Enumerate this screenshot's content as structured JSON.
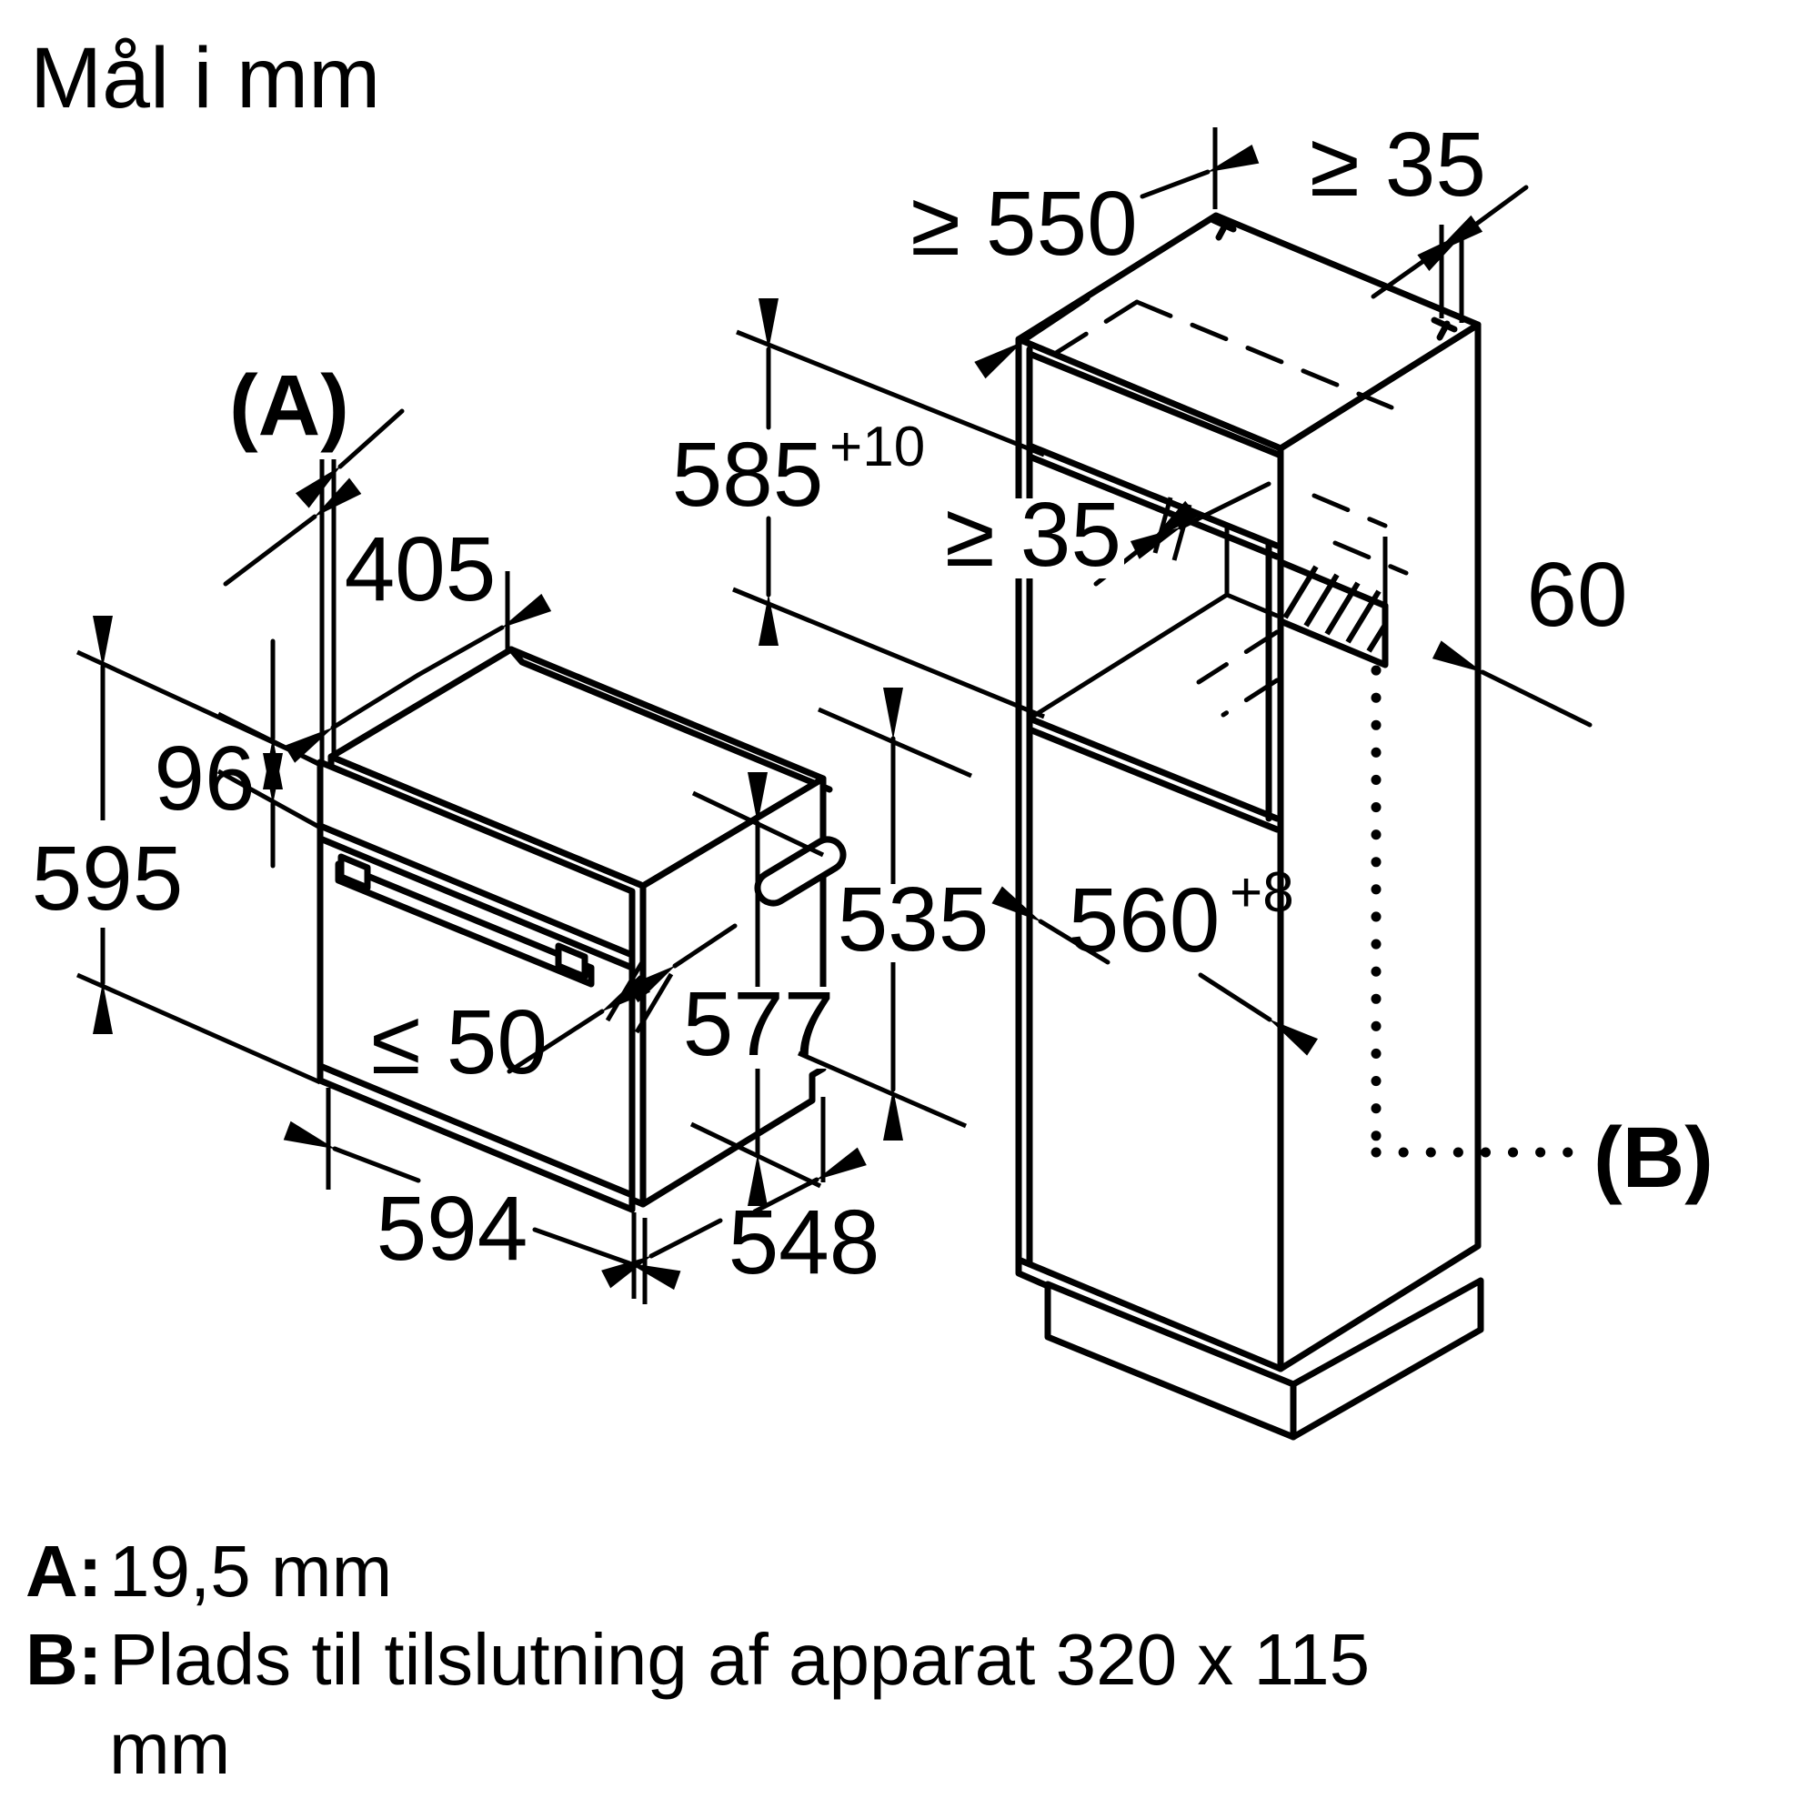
{
  "title": "Mål i mm",
  "diagram": {
    "oven": {
      "door_thickness_ref": "(A)",
      "top_depth": "405",
      "panel_height": "96",
      "height": "595",
      "handle_clearance": "≤ 50",
      "body_height": "577",
      "width": "594",
      "depth": "548",
      "rear_height": "535"
    },
    "cabinet": {
      "top_clearance_depth": "≥ 550",
      "wall_gap": "≥ 35",
      "niche_height": "585",
      "niche_height_tolerance": "+10",
      "inner_clearance": "≥ 35",
      "strip_depth": "60",
      "niche_depth": "560",
      "niche_depth_tolerance": "+8",
      "connection_ref": "(B)"
    }
  },
  "legend": {
    "a_key": "A:",
    "a_value": "19,5 mm",
    "b_key": "B:",
    "b_value": "Plads til tilslutning af apparat 320 x 115",
    "b_value_cont": "mm"
  }
}
